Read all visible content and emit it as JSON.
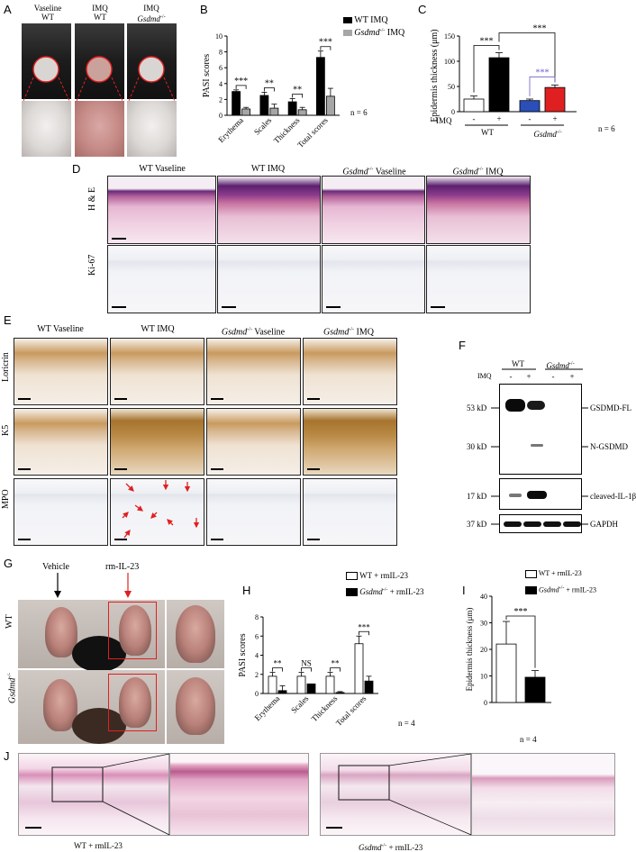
{
  "panels": {
    "A": "A",
    "B": "B",
    "C": "C",
    "D": "D",
    "E": "E",
    "F": "F",
    "G": "G",
    "H": "H",
    "I": "I",
    "J": "J"
  },
  "panelA": {
    "col1": {
      "line1": "Vaseline",
      "line2": "WT"
    },
    "col2": {
      "line1": "IMQ",
      "line2": "WT"
    },
    "col3": {
      "line1": "IMQ",
      "line2": "Gsdmd"
    },
    "ko_sup": "-/-"
  },
  "panelB": {
    "ylabel": "PASI scores",
    "legend": [
      {
        "name": "WT IMQ",
        "color": "#000000"
      },
      {
        "name": "Gsdmd",
        "sup": "-/-",
        "suffix": " IMQ",
        "color": "#a6a6a6"
      }
    ],
    "n": "n = 6",
    "chart_data": {
      "type": "bar",
      "categories": [
        "Erythema",
        "Scales",
        "Thickness",
        "Total scores"
      ],
      "series": [
        {
          "name": "WT IMQ",
          "values": [
            3.0,
            2.5,
            1.7,
            7.3
          ]
        },
        {
          "name": "Gsdmd-/- IMQ",
          "values": [
            0.8,
            0.9,
            0.7,
            2.4
          ]
        }
      ],
      "errors": [
        [
          0.2,
          0.4,
          0.4,
          0.8
        ],
        [
          0.2,
          0.5,
          0.3,
          1.0
        ]
      ],
      "significance": [
        "***",
        "**",
        "**",
        "***"
      ],
      "ylim": [
        0,
        10
      ],
      "yticks": [
        0,
        2,
        4,
        6,
        8,
        10
      ]
    }
  },
  "panelC": {
    "ylabel": "Epidermis thickness (μm)",
    "imq_label": "IMQ",
    "signs": [
      "-",
      "+",
      "-",
      "+"
    ],
    "groups": [
      {
        "name": "WT"
      },
      {
        "name": "Gsdmd",
        "sup": "-/-"
      }
    ],
    "n": "n = 6",
    "chart_data": {
      "type": "bar",
      "categories": [
        "WT -",
        "WT +",
        "Gsdmd-/- -",
        "Gsdmd-/- +"
      ],
      "values": [
        25,
        107,
        22,
        48
      ],
      "errors": [
        6,
        10,
        3,
        5
      ],
      "colors": [
        "#ffffff",
        "#000000",
        "#2b4fb8",
        "#e02020"
      ],
      "significance": [
        {
          "pair": [
            0,
            1
          ],
          "label": "***"
        },
        {
          "pair": [
            1,
            3
          ],
          "label": "***"
        },
        {
          "pair": [
            2,
            3
          ],
          "label": "***",
          "color": "#6f58c9"
        }
      ],
      "ylim": [
        0,
        150
      ],
      "yticks": [
        0,
        50,
        100,
        150
      ]
    }
  },
  "panelD": {
    "cols": [
      {
        "pre": "WT Vaseline"
      },
      {
        "pre": "WT IMQ"
      },
      {
        "ko": "Gsdmd",
        "sup": "-/-",
        "post": " Vaseline"
      },
      {
        "ko": "Gsdmd",
        "sup": "-/-",
        "post": " IMQ"
      }
    ],
    "rows": [
      "H & E",
      "Ki-67"
    ]
  },
  "panelE": {
    "cols": [
      {
        "pre": "WT Vaseline"
      },
      {
        "pre": "WT IMQ"
      },
      {
        "ko": "Gsdmd",
        "sup": "-/-",
        "post": " Vaseline"
      },
      {
        "ko": "Gsdmd",
        "sup": "-/-",
        "post": " IMQ"
      }
    ],
    "rows": [
      "Loricrin",
      "K5",
      "MPO"
    ]
  },
  "panelF": {
    "groups": [
      {
        "name": "WT"
      },
      {
        "name": "Gsdmd",
        "sup": "-/-"
      }
    ],
    "imq_label": "IMQ",
    "signs": [
      "-",
      "+",
      "-",
      "+"
    ],
    "markers": [
      "53 kD",
      "30 kD",
      "17 kD",
      "37 kD"
    ],
    "bands": [
      "GSDMD-FL",
      "N-GSDMD",
      "cleaved-IL-1β",
      "GAPDH"
    ]
  },
  "panelG": {
    "vehicle": "Vehicle",
    "treat": "rm-IL-23",
    "rows": [
      {
        "name": "WT"
      },
      {
        "name": "Gsdmd",
        "sup": "-/-"
      }
    ],
    "arrow_color": "#e02020"
  },
  "panelH": {
    "ylabel": "PASI scores",
    "legend": [
      {
        "name": "WT + rmIL-23"
      },
      {
        "name": "Gsdmd",
        "sup": "-/-",
        "suffix": " + rmIL-23"
      }
    ],
    "n": "n = 4",
    "chart_data": {
      "type": "bar",
      "categories": [
        "Erythema",
        "Scales",
        "Thickness",
        "Total scores"
      ],
      "series": [
        {
          "name": "WT + rmIL-23",
          "values": [
            1.8,
            1.8,
            1.8,
            5.2
          ]
        },
        {
          "name": "Gsdmd-/- + rmIL-23",
          "values": [
            0.3,
            1.0,
            0.1,
            1.3
          ]
        }
      ],
      "errors": [
        [
          0.4,
          0.4,
          0.4,
          0.8
        ],
        [
          0.5,
          0.0,
          0.1,
          0.5
        ]
      ],
      "significance": [
        "**",
        "NS",
        "**",
        "***"
      ],
      "ylim": [
        0,
        8
      ],
      "yticks": [
        0,
        2,
        4,
        6,
        8
      ]
    }
  },
  "panelI": {
    "ylabel": "Epidermis thickness (μm)",
    "legend": [
      {
        "name": "WT + rmIL-23"
      },
      {
        "name": "Gsdmd",
        "sup": "-/-",
        "suffix": " + rmIL-23"
      }
    ],
    "n": "n = 4",
    "chart_data": {
      "type": "bar",
      "categories": [
        "WT + rmIL-23",
        "Gsdmd-/- + rmIL-23"
      ],
      "values": [
        22,
        9.5
      ],
      "errors": [
        8.5,
        2.5
      ],
      "significance": "***",
      "ylim": [
        0,
        40
      ],
      "yticks": [
        0,
        10,
        20,
        30,
        40
      ]
    }
  },
  "panelJ": {
    "labels": [
      {
        "pre": "WT + rmIL-23"
      },
      {
        "ko": "Gsdmd",
        "sup": "-/-",
        "post": " + rmIL-23"
      }
    ]
  }
}
